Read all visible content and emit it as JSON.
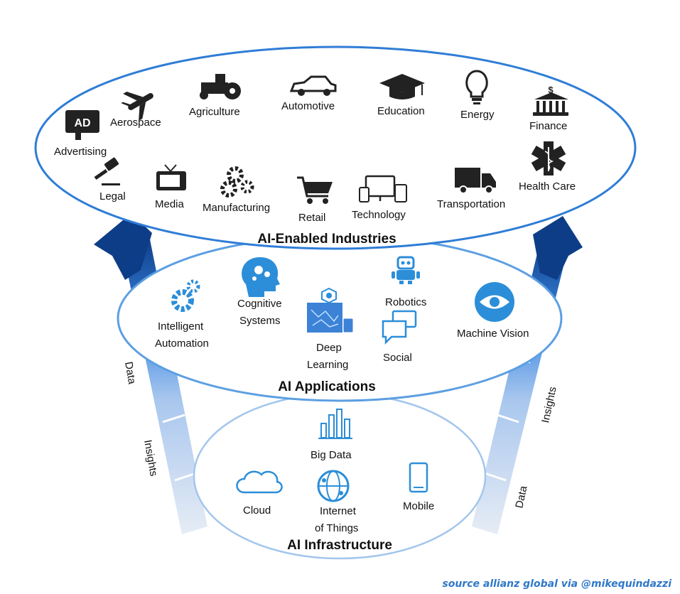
{
  "industries": {
    "title": "AI-Enabled Industries",
    "advertising": "Advertising",
    "ad_badge": "AD",
    "aerospace": "Aerospace",
    "agriculture": "Agriculture",
    "automotive": "Automotive",
    "education": "Education",
    "energy": "Energy",
    "finance": "Finance",
    "finance_symbol": "$",
    "legal": "Legal",
    "media": "Media",
    "manufacturing": "Manufacturing",
    "retail": "Retail",
    "technology": "Technology",
    "transportation": "Transportation",
    "health_care": "Health Care"
  },
  "applications": {
    "title": "AI Applications",
    "intelligent_1": "Intelligent",
    "intelligent_2": "Automation",
    "cognitive_1": "Cognitive",
    "cognitive_2": "Systems",
    "deep_1": "Deep",
    "deep_2": "Learning",
    "robotics": "Robotics",
    "social": "Social",
    "machine_vision": "Machine Vision"
  },
  "infrastructure": {
    "title": "AI Infrastructure",
    "big_data": "Big Data",
    "cloud": "Cloud",
    "iot_1": "Internet",
    "iot_2": "of Things",
    "mobile": "Mobile"
  },
  "flows": {
    "left_upper": "Data",
    "left_lower": "Insights",
    "right_upper": "Insights",
    "right_lower": "Data"
  },
  "colors": {
    "ellipse_outline": "#2f7dd6",
    "arrow_dark": "#0d3d87",
    "icon_blue": "#2c8ed8"
  },
  "source": "source allianz global via @mikequindazzi"
}
